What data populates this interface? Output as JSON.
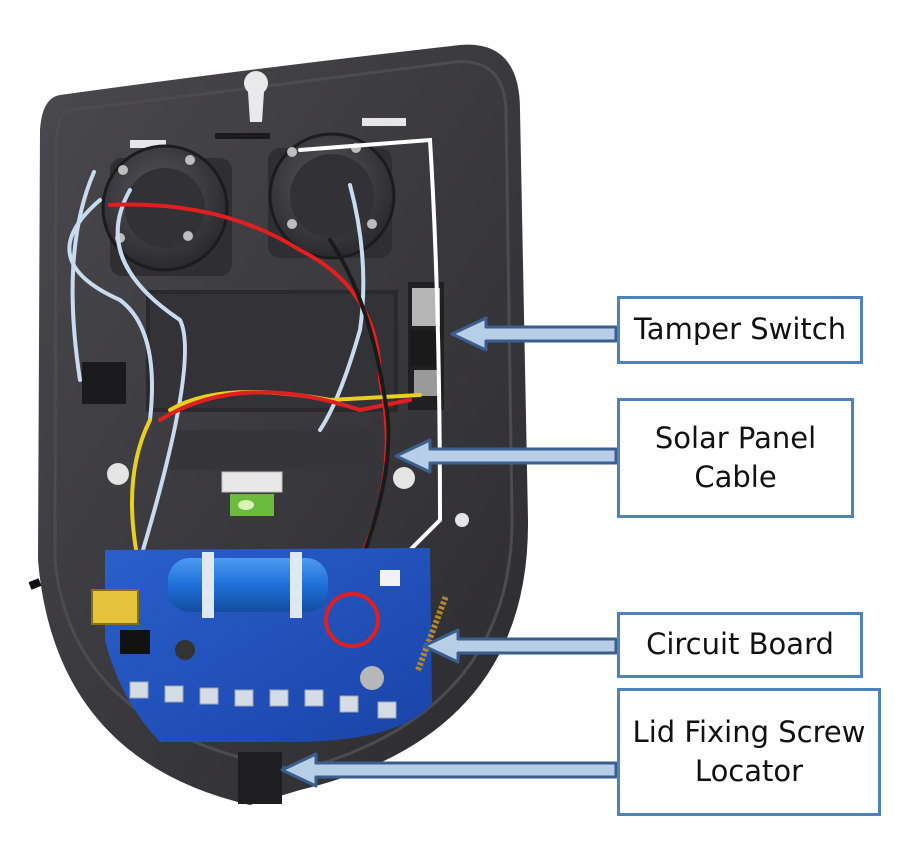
{
  "callouts": {
    "tamper_switch": "Tamper Switch",
    "solar_panel": [
      "Solar Panel",
      "Cable"
    ],
    "circuit_board": "Circuit Board",
    "lid_screw": [
      "Lid Fixing Screw",
      "Locator"
    ]
  },
  "colors": {
    "housing": "#3b3a3e",
    "callout_border": "#4f81bd",
    "arrow_fill": "#b8cde6",
    "pcb": "#1f4fb8",
    "battery": "#1e6fd9",
    "wire_red": "#e02020",
    "wire_yellow": "#e8d020",
    "wire_blue": "#c9dcef"
  }
}
